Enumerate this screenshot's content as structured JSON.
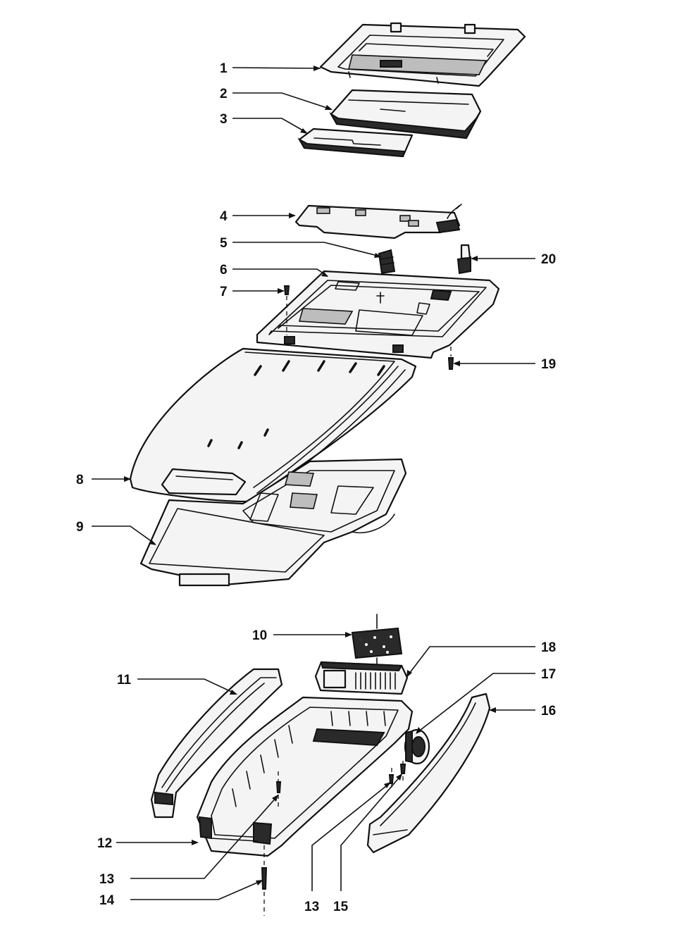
{
  "callouts": [
    {
      "id": "1",
      "label": "1"
    },
    {
      "id": "2",
      "label": "2"
    },
    {
      "id": "3",
      "label": "3"
    },
    {
      "id": "4",
      "label": "4"
    },
    {
      "id": "5",
      "label": "5"
    },
    {
      "id": "6",
      "label": "6"
    },
    {
      "id": "7",
      "label": "7"
    },
    {
      "id": "8",
      "label": "8"
    },
    {
      "id": "9",
      "label": "9"
    },
    {
      "id": "10",
      "label": "10"
    },
    {
      "id": "11",
      "label": "11"
    },
    {
      "id": "12",
      "label": "12"
    },
    {
      "id": "13a",
      "label": "13"
    },
    {
      "id": "13b",
      "label": "13"
    },
    {
      "id": "14",
      "label": "14"
    },
    {
      "id": "15",
      "label": "15"
    },
    {
      "id": "16",
      "label": "16"
    },
    {
      "id": "17",
      "label": "17"
    },
    {
      "id": "18",
      "label": "18"
    },
    {
      "id": "19",
      "label": "19"
    },
    {
      "id": "20",
      "label": "20"
    }
  ],
  "colors": {
    "ink": "#111111",
    "paper": "#ffffff"
  }
}
